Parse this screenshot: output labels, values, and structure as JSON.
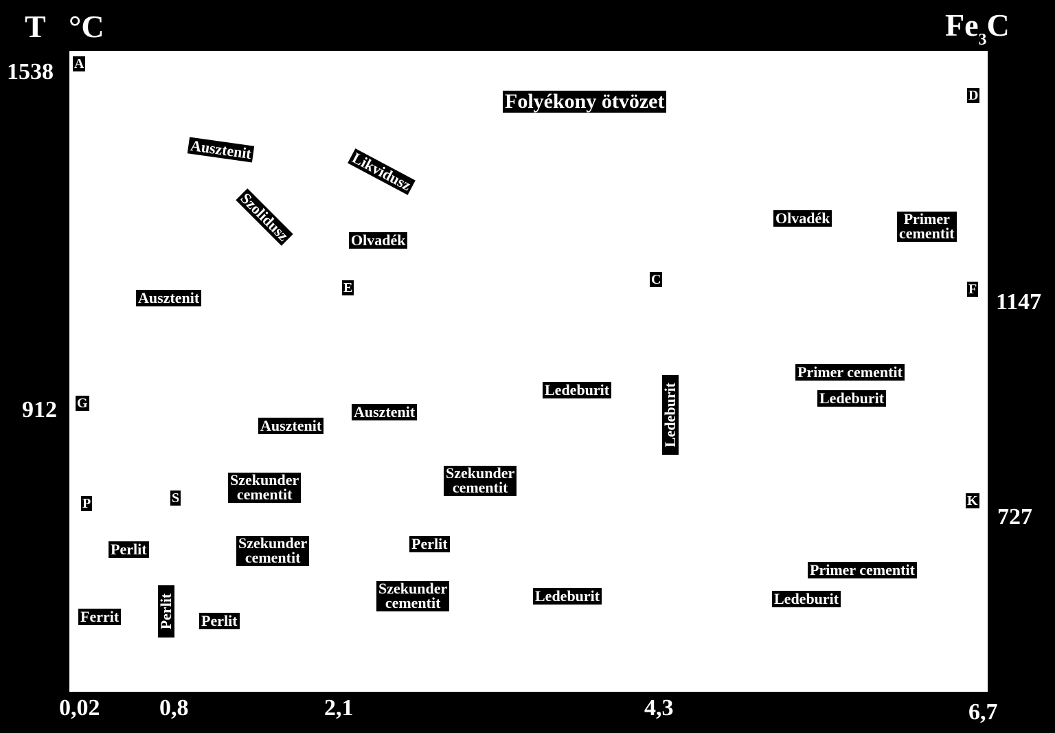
{
  "axis": {
    "t_label": "T",
    "unit_label": "°C",
    "compound": "Fe",
    "compound_sub": "3",
    "compound_tail": "C",
    "y_ticks": {
      "t1538": "1538",
      "t912": "912",
      "t1147": "1147",
      "t727": "727"
    },
    "x_ticks": {
      "x002": "0,02",
      "x08": "0,8",
      "x21": "2,1",
      "x43": "4,3",
      "x67": "6,7"
    }
  },
  "points": {
    "A": "A",
    "D": "D",
    "E": "E",
    "C": "C",
    "F": "F",
    "G": "G",
    "P": "P",
    "S": "S",
    "K": "K"
  },
  "regions": {
    "liquid": "Folyékony ötvözet",
    "austenite_top": "Ausztenit",
    "liquidus": "Likvidusz",
    "solidus": "Szolidusz",
    "melt_left": "Olvadék",
    "melt_right": "Olvadék",
    "primary_cementite_top_l1": "Primer",
    "primary_cementite_top_l2": "cementit",
    "austenite_mid": "Ausztenit",
    "primary_cementite_mid": "Primer cementit",
    "ledeburite_mid_left": "Ledeburit",
    "ledeburite_vertical": "Ledeburit",
    "ledeburite_mid_right": "Ledeburit",
    "austenite_912_left": "Ausztenit",
    "austenite_912_right": "Ausztenit",
    "secondary_cementite_a_l1": "Szekunder",
    "secondary_cementite_a_l2": "cementit",
    "secondary_cementite_b_l1": "Szekunder",
    "secondary_cementite_b_l2": "cementit",
    "pearlite_1": "Perlit",
    "secondary_cementite_c_l1": "Szekunder",
    "secondary_cementite_c_l2": "cementit",
    "pearlite_2": "Perlit",
    "primary_cementite_low": "Primer cementit",
    "ferrite": "Ferrit",
    "pearlite_vertical": "Perlit",
    "pearlite_3": "Perlit",
    "secondary_cementite_d_l1": "Szekunder",
    "secondary_cementite_d_l2": "cementit",
    "ledeburite_low": "Ledeburit",
    "ledeburite_low_right": "Ledeburit"
  }
}
